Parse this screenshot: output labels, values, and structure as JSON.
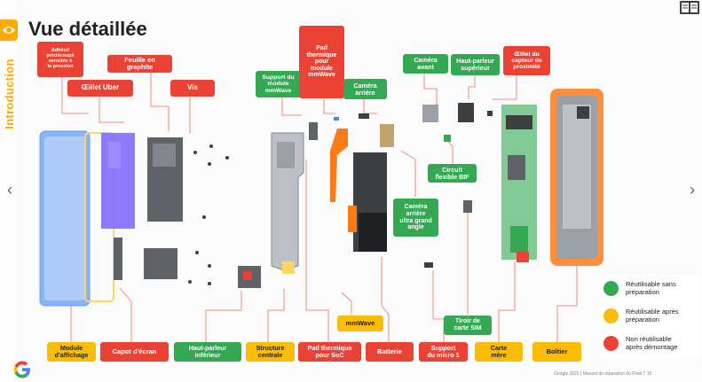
{
  "sidebar": {
    "section_label": "Introduction"
  },
  "title": "Vue détaillée",
  "labels": {
    "adhesif": "Adhésif\nprédécoupé\nsensible à\nla pression",
    "oeillet_uber": "Œillet Uber",
    "feuille_graphite": "Feuille en\ngraphite",
    "vis": "Vis",
    "support_mmwave": "Support du\nmodule\nmmWave",
    "pad_mmwave": "Pad\nthermique\npour\nmodule\nmmWave",
    "camera_arriere": "Caméra\narrière",
    "camera_avant": "Caméra\navant",
    "haut_parleur_sup": "Haut-parleur\nsupérieur",
    "oeillet_capteur": "Œillet du\ncapteur de\nproximité",
    "circuit_bif": "Circuit\nflexible BIF",
    "camera_ultra": "Caméra\narrière\nultra grand\nangle",
    "mmwave": "mmWave",
    "tiroir_sim": "Tiroir de\ncarte SIM",
    "module_affichage": "Module\nd'affichage",
    "capot_ecran": "Capot d'écran",
    "haut_parleur_inf": "Haut-parleur\ninférieur",
    "structure_centrale": "Structure\ncentrale",
    "pad_soc": "Pad thermique\npour SoC",
    "batterie": "Batterie",
    "support_micro": "Support\ndu micro 1",
    "carte_mere": "Carte\nmère",
    "boitier": "Boîtier"
  },
  "legend": [
    {
      "text": "Réutilisable sans\npréparation",
      "color": "#34a853"
    },
    {
      "text": "Réutilisable après\npréparation",
      "color": "#fbbc04"
    },
    {
      "text": "Non réutilisable\naprès démontage",
      "color": "#ea4335"
    }
  ],
  "footer": "Google 2022 | Manuel de réparation du Pixel 7     15",
  "colors": {
    "red": "#ea4335",
    "green": "#34a853",
    "yellow": "#fbbc04",
    "accent": "#f9ab00"
  },
  "icons": [
    "eye-icon",
    "book-icon",
    "chevron-left-icon",
    "chevron-right-icon",
    "google-logo"
  ]
}
